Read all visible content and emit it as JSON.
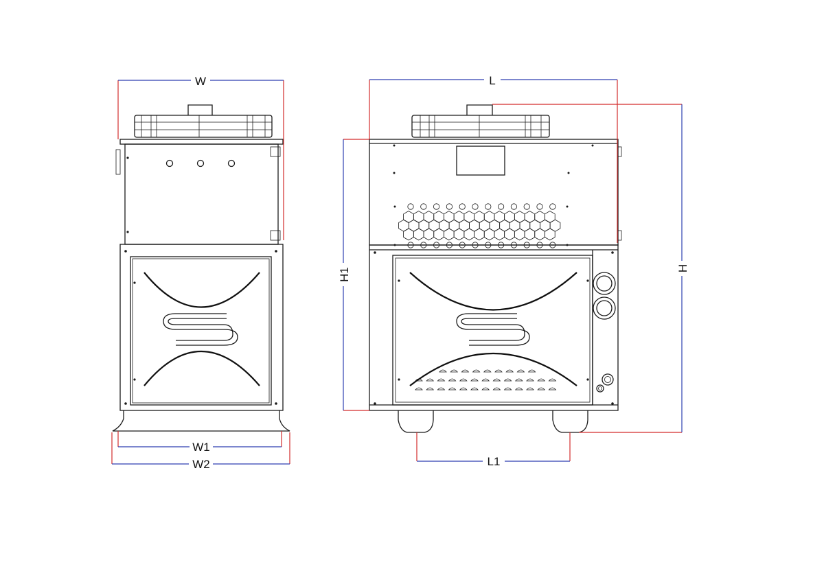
{
  "dimensions": {
    "side_view": {
      "width_label": "W",
      "base_inner_width_label": "W1",
      "base_outer_width_label": "W2"
    },
    "front_view": {
      "length_label": "L",
      "feet_spacing_label": "L1",
      "body_height_label": "H1",
      "overall_height_label": "H"
    }
  },
  "colors": {
    "outline": "#1a1a1a",
    "dimension_red": "#d32b2b",
    "dimension_blue": "#2d3fb0",
    "background": "#ffffff"
  }
}
